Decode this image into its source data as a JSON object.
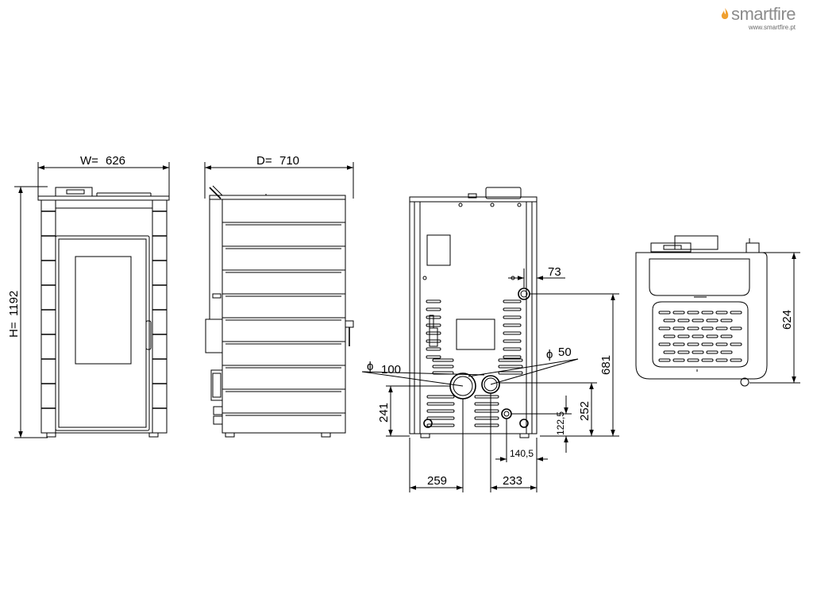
{
  "brand": {
    "name": "smartfire",
    "url": "www.smartfire.pt",
    "flame_color": "#f0a030"
  },
  "front_view": {
    "width_label": "W=",
    "width_value": "626",
    "height_label": "H=",
    "height_value": "1192"
  },
  "side_view": {
    "depth_label": "D=",
    "depth_value": "710"
  },
  "rear_view": {
    "d73": "73",
    "d681": "681",
    "d252": "252",
    "d241": "241",
    "d122_5": "122,5",
    "d140_5": "140,5",
    "d259": "259",
    "d233": "233",
    "pipe_100_symbol": "ϕ",
    "pipe_100": "100",
    "pipe_50_symbol": "ϕ",
    "pipe_50": "50"
  },
  "top_view": {
    "d624": "624"
  }
}
